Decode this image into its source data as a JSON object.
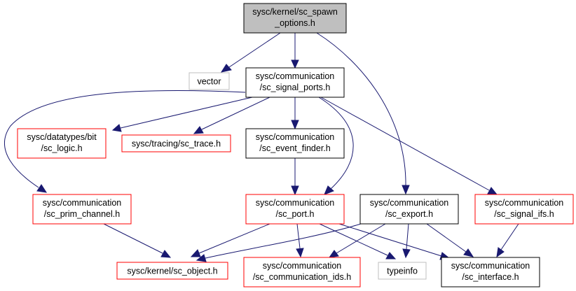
{
  "colors": {
    "edge": "#191970",
    "root_fill": "#bfbfbf",
    "root_border": "#000000",
    "normal_border": "#000000",
    "missing_border": "#ff0000",
    "external_border": "#bfbfbf"
  },
  "graph": {
    "root": {
      "line1": "sysc/kernel/sc_spawn",
      "line2": "_options.h"
    },
    "vector": {
      "line1": "vector"
    },
    "signal_ports": {
      "line1": "sysc/communication",
      "line2": "/sc_signal_ports.h"
    },
    "sc_logic": {
      "line1": "sysc/datatypes/bit",
      "line2": "/sc_logic.h"
    },
    "sc_trace": {
      "line1": "sysc/tracing/sc_trace.h"
    },
    "event_finder": {
      "line1": "sysc/communication",
      "line2": "/sc_event_finder.h"
    },
    "prim_channel": {
      "line1": "sysc/communication",
      "line2": "/sc_prim_channel.h"
    },
    "sc_port": {
      "line1": "sysc/communication",
      "line2": "/sc_port.h"
    },
    "sc_export": {
      "line1": "sysc/communication",
      "line2": "/sc_export.h"
    },
    "signal_ifs": {
      "line1": "sysc/communication",
      "line2": "/sc_signal_ifs.h"
    },
    "sc_object": {
      "line1": "sysc/kernel/sc_object.h"
    },
    "comm_ids": {
      "line1": "sysc/communication",
      "line2": "/sc_communication_ids.h"
    },
    "typeinfo": {
      "line1": "typeinfo"
    },
    "sc_interface": {
      "line1": "sysc/communication",
      "line2": "/sc_interface.h"
    }
  }
}
